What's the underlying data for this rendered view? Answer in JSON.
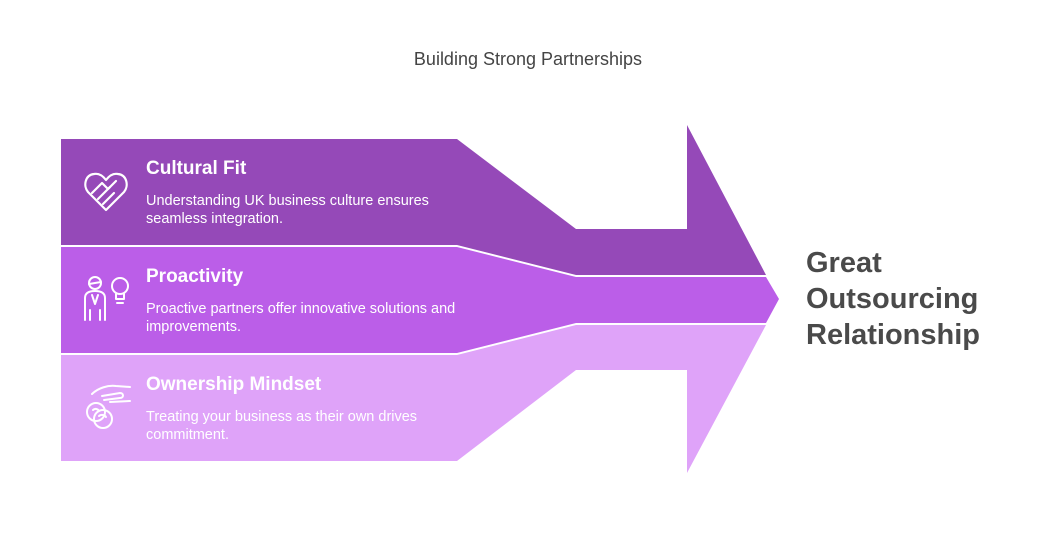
{
  "title": "Building Strong Partnerships",
  "outcome": "Great Outsourcing Relationship",
  "colors": {
    "top": "#9549b8",
    "middle": "#bb5ee8",
    "bottom": "#dfa3f9",
    "outcome_text": "#4a4a4a"
  },
  "stages": [
    {
      "heading": "Cultural Fit",
      "description": "Understanding UK business culture ensures seamless integration.",
      "icon": "handshake-heart-icon"
    },
    {
      "heading": "Proactivity",
      "description": "Proactive partners offer innovative solutions and improvements.",
      "icon": "person-lightbulb-icon"
    },
    {
      "heading": "Ownership Mindset",
      "description": "Treating your business as their own drives commitment.",
      "icon": "hand-coins-icon"
    }
  ]
}
